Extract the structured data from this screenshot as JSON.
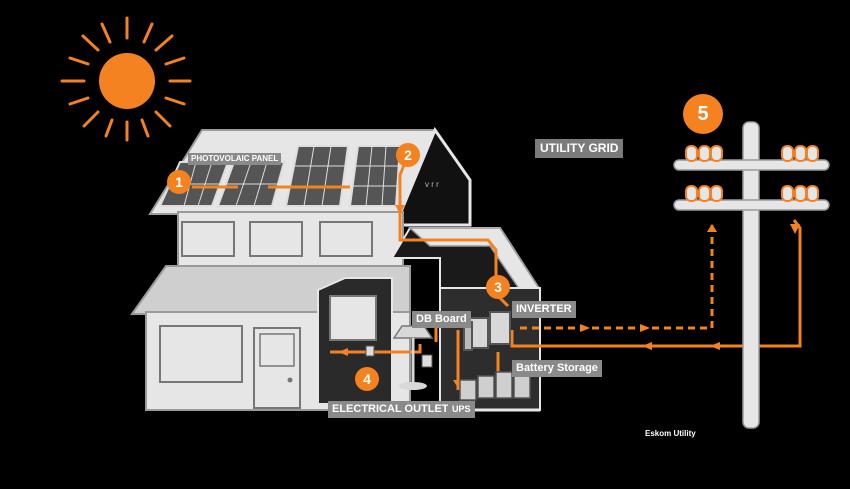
{
  "labels": {
    "pv_panel": "PHOTOVOLAIC PANEL",
    "utility_grid": "UTILITY GRID",
    "inverter": "INVERTER",
    "db_board": "DB Board",
    "battery_storage": "Battery Storage",
    "electrical_outlets": "ELECTRICAL OUTLETS",
    "ups": "UPS",
    "eskom": "Eskom Utility",
    "roof_mark": "v r r"
  },
  "steps": [
    "1",
    "2",
    "3",
    "4",
    "5"
  ],
  "colors": {
    "background": "#000000",
    "accent": "#f58220",
    "house": "#e6e6e6",
    "outline": "#9a9a9a",
    "label_bg": "#8a8a8a"
  },
  "icons": [
    "sun-icon",
    "solar-panel-icon",
    "house-icon",
    "inverter-icon",
    "battery-icon",
    "lamp-icon",
    "utility-pole-icon",
    "insulator-icon"
  ]
}
